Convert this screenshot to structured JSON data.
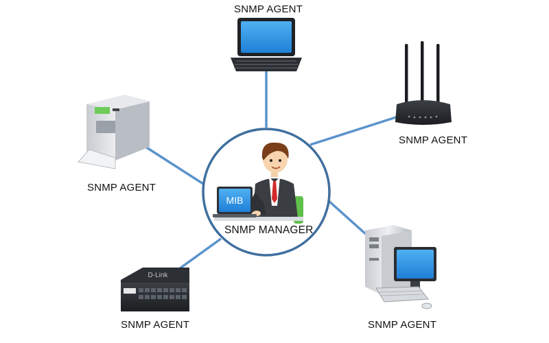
{
  "diagram": {
    "center": {
      "label": "SNMP MANAGER",
      "screen_text": "MIB",
      "icon": "person-at-laptop-icon"
    },
    "agents": [
      {
        "id": "laptop",
        "label": "SNMP AGENT",
        "icon": "laptop-icon"
      },
      {
        "id": "router",
        "label": "SNMP AGENT",
        "icon": "wifi-router-icon"
      },
      {
        "id": "printer",
        "label": "SNMP AGENT",
        "icon": "printer-icon"
      },
      {
        "id": "switch",
        "label": "SNMP AGENT",
        "icon": "network-switch-icon",
        "brand_text": "D-Link"
      },
      {
        "id": "desktop",
        "label": "SNMP AGENT",
        "icon": "desktop-computer-icon"
      }
    ],
    "colors": {
      "connector": "#5b93cc",
      "circle_border": "#3f6f9e",
      "screen_blue": "#2f8fe0"
    }
  }
}
